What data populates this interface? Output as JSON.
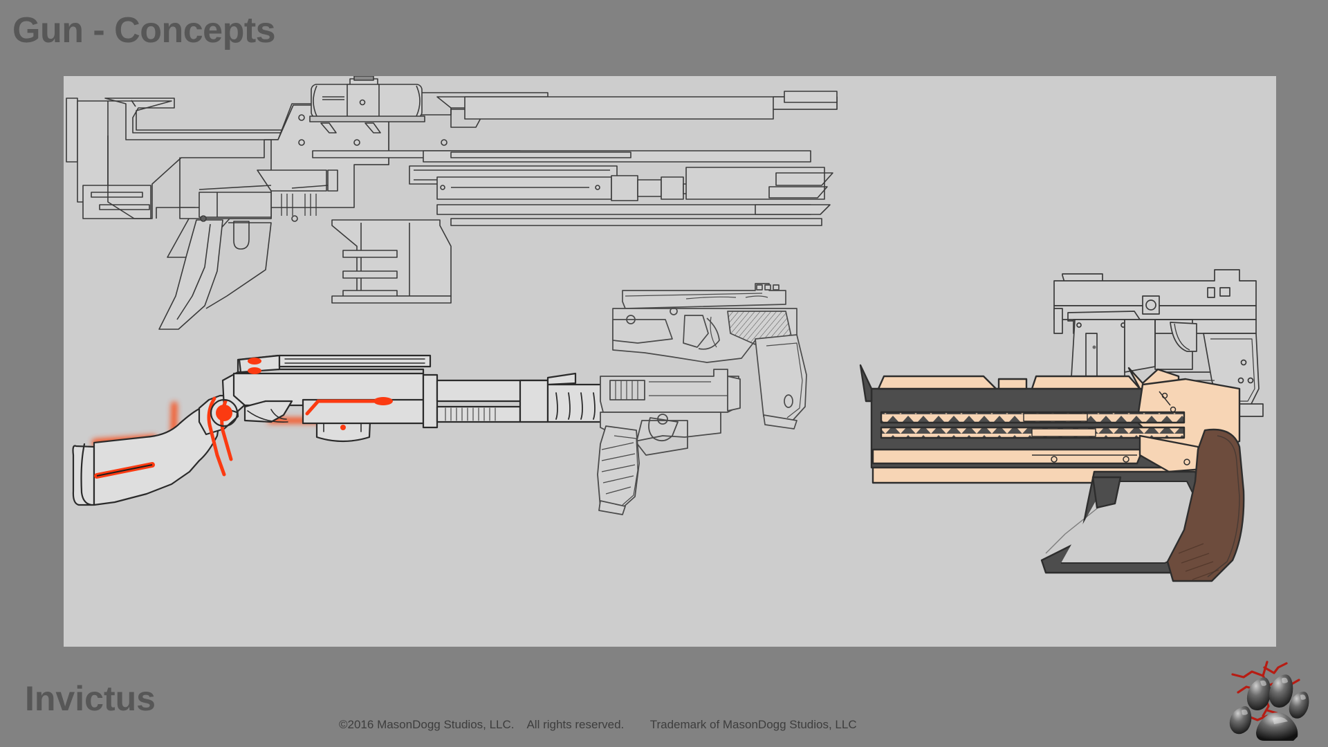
{
  "slide": {
    "title": "Gun - Concepts",
    "brand": "Invictus",
    "legal": "©2016 MasonDogg Studios, LLC.    All rights reserved.        Trademark of MasonDogg Studios, LLC",
    "background_color": "#828282",
    "panel_color": "#cdcdcd",
    "text_color": "#575757",
    "legal_color": "#3d3d3d"
  },
  "logo": {
    "name": "mason-dogg-paw-logo",
    "pad_color": "#2b2b2b",
    "pad_highlight": "#b8b8b8",
    "lightning_color": "#b71c13"
  },
  "artwork": {
    "panel_label": "Gun concept art panel",
    "line_color": "#3a3a3a",
    "fill_color": "#d2d2d2",
    "accent_red": "#fb3a11",
    "accent_red_glow": "#ff5522",
    "tan_color": "#f7d5b5",
    "dark_slide_color": "#4d4d4d",
    "grip_brown": "#6d4c3d",
    "items": [
      {
        "id": "sniper-rifle-lineart",
        "name": "Sniper rifle line art",
        "style": "line-art",
        "features": [
          "telescopic scope",
          "bullpup stock",
          "pistol grip",
          "vertical foregrip",
          "long barrel",
          "top rail",
          "butt plate",
          "trigger guard"
        ]
      },
      {
        "id": "red-accent-shotgun",
        "name": "Red accent energy shotgun",
        "style": "sketch-colored",
        "features": [
          "wooden stock",
          "red glowing energy lines",
          "red indicator lights",
          "magazine",
          "pump",
          "muzzle",
          "top rail"
        ]
      },
      {
        "id": "pistol-sketch-upper-left",
        "name": "Semi-auto pistol sketch",
        "style": "sketch",
        "features": [
          "slide serrations",
          "hatched grip",
          "rail",
          "hammer"
        ]
      },
      {
        "id": "pistol-lineart-upper-right",
        "name": "Angular pistol line art",
        "style": "line-art",
        "features": [
          "bolt detail",
          "extended magazine",
          "squared grip",
          "rear sight"
        ]
      },
      {
        "id": "pistol-sketch-compact",
        "name": "Compact pistol sketch",
        "style": "sketch",
        "features": [
          "slide serrations",
          "textured grip",
          "trigger"
        ]
      },
      {
        "id": "pistol-colored-futuristic",
        "name": "Colored futuristic pistol",
        "style": "colored",
        "features": [
          "dark slide",
          "tan body panels",
          "triangular pattern band",
          "brown wooden grip",
          "trigger guard",
          "screws"
        ]
      }
    ]
  }
}
